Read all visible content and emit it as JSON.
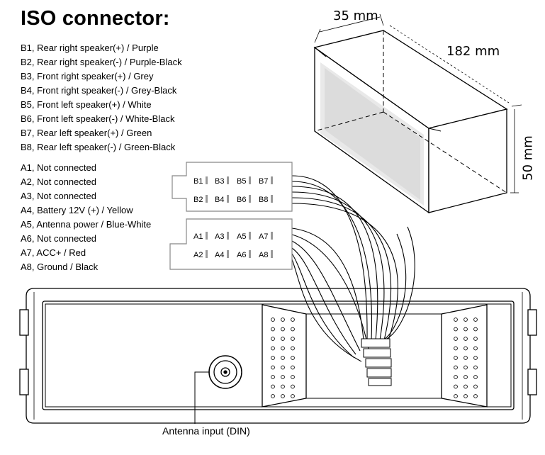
{
  "title": "ISO connector:",
  "b_pins": [
    "B1, Rear right speaker(+) / Purple",
    "B2, Rear right speaker(-) / Purple-Black",
    "B3, Front right speaker(+) / Grey",
    "B4, Front right speaker(-) / Grey-Black",
    "B5, Front left speaker(+) / White",
    "B6, Front left speaker(-) / White-Black",
    "B7, Rear left speaker(+) / Green",
    "B8, Rear left speaker(-) / Green-Black"
  ],
  "a_pins": [
    "A1, Not connected",
    "A2, Not connected",
    "A3, Not connected",
    "A4, Battery 12V (+) / Yellow",
    "A5, Antenna power / Blue-White",
    "A6, Not connected",
    "A7, ACC+ / Red",
    "A8, Ground / Black"
  ],
  "connector_b_labels": [
    "B1",
    "B3",
    "B5",
    "B7",
    "B2",
    "B4",
    "B6",
    "B8"
  ],
  "connector_a_labels": [
    "A1",
    "A3",
    "A5",
    "A7",
    "A2",
    "A4",
    "A6",
    "A8"
  ],
  "dimensions": {
    "depth": "35 mm",
    "width": "182 mm",
    "height": "50 mm"
  },
  "antenna_label": "Antenna input (DIN)"
}
